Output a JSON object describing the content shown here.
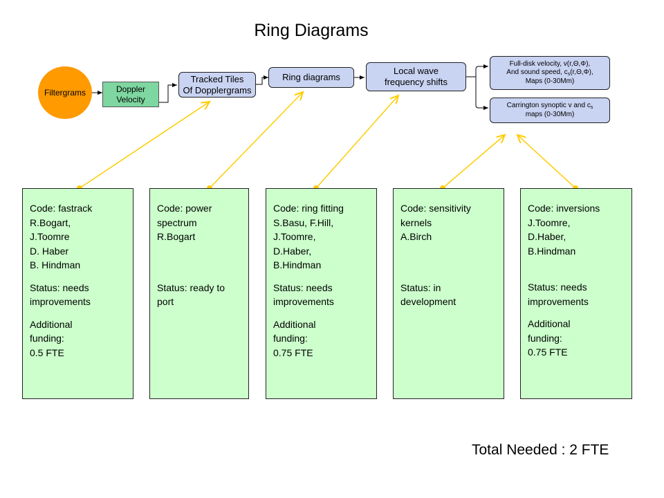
{
  "title": "Ring Diagrams",
  "nodes": {
    "filtergrams": "Filtergrams",
    "doppler": [
      "Doppler",
      "Velocity"
    ],
    "tracked": [
      "Tracked Tiles",
      "Of Dopplergrams"
    ],
    "ring": "Ring diagrams",
    "local": [
      "Local wave",
      "frequency shifts"
    ],
    "fulldisk": {
      "line1": "Full-disk velocity, v(r,Θ,Φ),",
      "line2_pre": "And sound speed, c",
      "line2_sub": "s",
      "line2_post": "(r,Θ,Φ),",
      "line3": "Maps (0-30Mm)"
    },
    "carrington": {
      "line1_pre": "Carrington synoptic v and c",
      "line1_sub": "s",
      "line2": "maps (0-30Mm)"
    }
  },
  "cards": [
    {
      "code": [
        "Code: fastrack",
        "R.Bogart,",
        "J.Toomre",
        "D. Haber",
        "B. Hindman"
      ],
      "status": [
        "Status: needs",
        "improvements"
      ],
      "funding": [
        "Additional",
        "funding:",
        "0.5 FTE"
      ]
    },
    {
      "code": [
        "Code: power",
        "spectrum",
        "R.Bogart"
      ],
      "status": [
        "Status: ready to",
        "port"
      ],
      "funding": []
    },
    {
      "code": [
        "Code: ring fitting",
        "S.Basu, F.Hill,",
        "J.Toomre,",
        "D.Haber,",
        "B.Hindman"
      ],
      "status": [
        "Status: needs",
        "improvements"
      ],
      "funding": [
        "Additional",
        "funding:",
        "0.75 FTE"
      ]
    },
    {
      "code": [
        "Code: sensitivity",
        "kernels",
        "A.Birch"
      ],
      "status": [
        "Status: in",
        "development"
      ],
      "funding": []
    },
    {
      "code": [
        "Code: inversions",
        "J.Toomre,",
        "D.Haber,",
        "B.Hindman"
      ],
      "status": [
        "Status: needs",
        "improvements"
      ],
      "funding": [
        "Additional",
        "funding:",
        "0.75 FTE"
      ]
    }
  ],
  "total": "Total Needed :  2 FTE",
  "colors": {
    "flow_box": "#c9d3f2",
    "doppler_box": "#7ed6a0",
    "filtergrams": "#ff9a00",
    "card": "#ccffcc",
    "link_arrow": "#ffcc00"
  }
}
